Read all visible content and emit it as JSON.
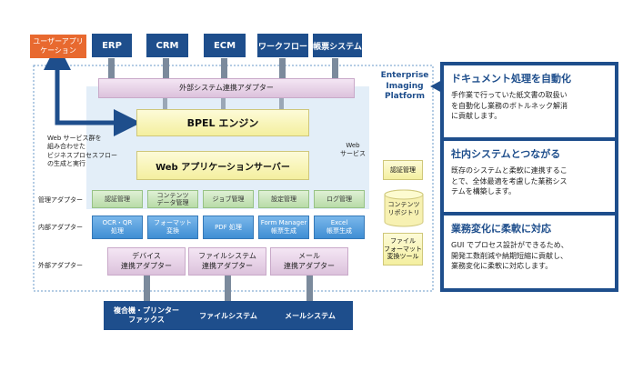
{
  "user_app": [
    "ユーザーアプリ",
    "ケーション"
  ],
  "top_systems": [
    "ERP",
    "CRM",
    "ECM",
    "ワークフロー",
    "帳票システム"
  ],
  "ext_adapter_bar": "外部システム連携アダプター",
  "bpel": "BPEL エンジン",
  "was": "Web アプリケーションサーバー",
  "web_service_label": [
    "Web",
    "サービス"
  ],
  "web_note": [
    "Web サービス群を",
    "組み合わせた",
    "ビジネスプロセスフロー",
    "の生成と実行"
  ],
  "left_labels": {
    "mgmt": "管理アダプター",
    "internal": "内部アダプター",
    "external": "外部アダプター"
  },
  "mgmt_adapters": [
    [
      "認証管理"
    ],
    [
      "コンテンツ",
      "データ管理"
    ],
    [
      "ジョブ管理"
    ],
    [
      "設定管理"
    ],
    [
      "ログ管理"
    ]
  ],
  "internal_adapters": [
    [
      "OCR・QR",
      "処理"
    ],
    [
      "フォーマット",
      "変換"
    ],
    [
      "PDF 処理"
    ],
    [
      "Form Manager",
      "帳票生成"
    ],
    [
      "Excel",
      "帳票生成"
    ]
  ],
  "external_adapters": [
    [
      "デバイス",
      "連携アダプター"
    ],
    [
      "ファイルシステム",
      "連携アダプター"
    ],
    [
      "メール",
      "連携アダプター"
    ]
  ],
  "bottom_systems": [
    [
      "複合機・プリンター",
      "ファックス"
    ],
    [
      "ファイルシステム"
    ],
    [
      "メールシステム"
    ]
  ],
  "right_column": {
    "auth": "認証管理",
    "repo": [
      "コンテンツ",
      "リポジトリ"
    ],
    "conv": [
      "ファイル",
      "フォーマット",
      "変換ツール"
    ]
  },
  "platform": [
    "Enterprise",
    "Imaging",
    "Platform"
  ],
  "panels": [
    {
      "title": "ドキュメント処理を自動化",
      "body": [
        "手作業で行っていた紙文書の取扱い",
        "を自動化し業務のボトルネック解消",
        "に貢献します。"
      ]
    },
    {
      "title": "社内システムとつながる",
      "body": [
        "既存のシステムと柔軟に連携するこ",
        "とで、全体最適を考慮した業務シス",
        "テムを構築します。"
      ]
    },
    {
      "title": "業務変化に柔軟に対応",
      "body": [
        "GUI でプロセス設計ができるため、",
        "開発工数削減や納期短縮に貢献し、",
        "業務変化に柔軟に対応します。"
      ]
    }
  ],
  "colors": {
    "navy": "#1e4e8c",
    "orange": "#e8692f",
    "light_blue": "#e3eef8"
  }
}
